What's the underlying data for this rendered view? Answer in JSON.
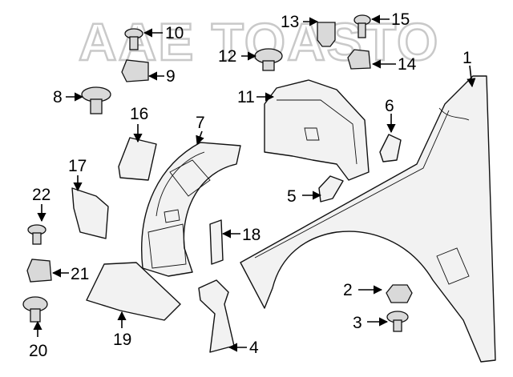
{
  "watermark": "AAE TOASTO",
  "callouts": [
    "1",
    "2",
    "3",
    "4",
    "5",
    "6",
    "7",
    "8",
    "9",
    "10",
    "11",
    "12",
    "13",
    "14",
    "15",
    "16",
    "17",
    "18",
    "19",
    "20",
    "21",
    "22"
  ]
}
